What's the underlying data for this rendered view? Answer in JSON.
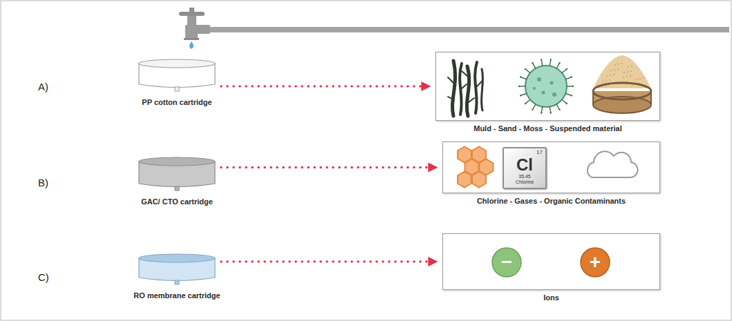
{
  "diagram": {
    "nodes": [
      {
        "text": [
          "PP cotton cartridge"
        ]
      },
      {
        "text": [
          "Muld - Sand - Moss - Suspended material"
        ]
      },
      {
        "text": [
          "GAC/ CTO cartridge"
        ]
      },
      {
        "text": [
          "Chlorine - Gases - Organic Contaminants"
        ]
      },
      {
        "text": [
          "17",
          "Cl",
          "35.45",
          "Chlorine"
        ],
        "in": 3
      },
      {
        "text": [
          "RO membrane cartridge"
        ]
      },
      {
        "text": [
          "Ions"
        ]
      },
      {
        "text": [
          "−"
        ],
        "in": 6
      },
      {
        "text": [
          "+"
        ],
        "in": 6
      }
    ],
    "edges": [
      {
        "from": 0,
        "to": 1,
        "arrow": "to"
      },
      {
        "from": 2,
        "to": 3,
        "arrow": "to"
      },
      {
        "from": 5,
        "to": 6,
        "arrow": "to"
      }
    ],
    "labels": [
      "A)",
      "B)",
      "C)"
    ]
  }
}
